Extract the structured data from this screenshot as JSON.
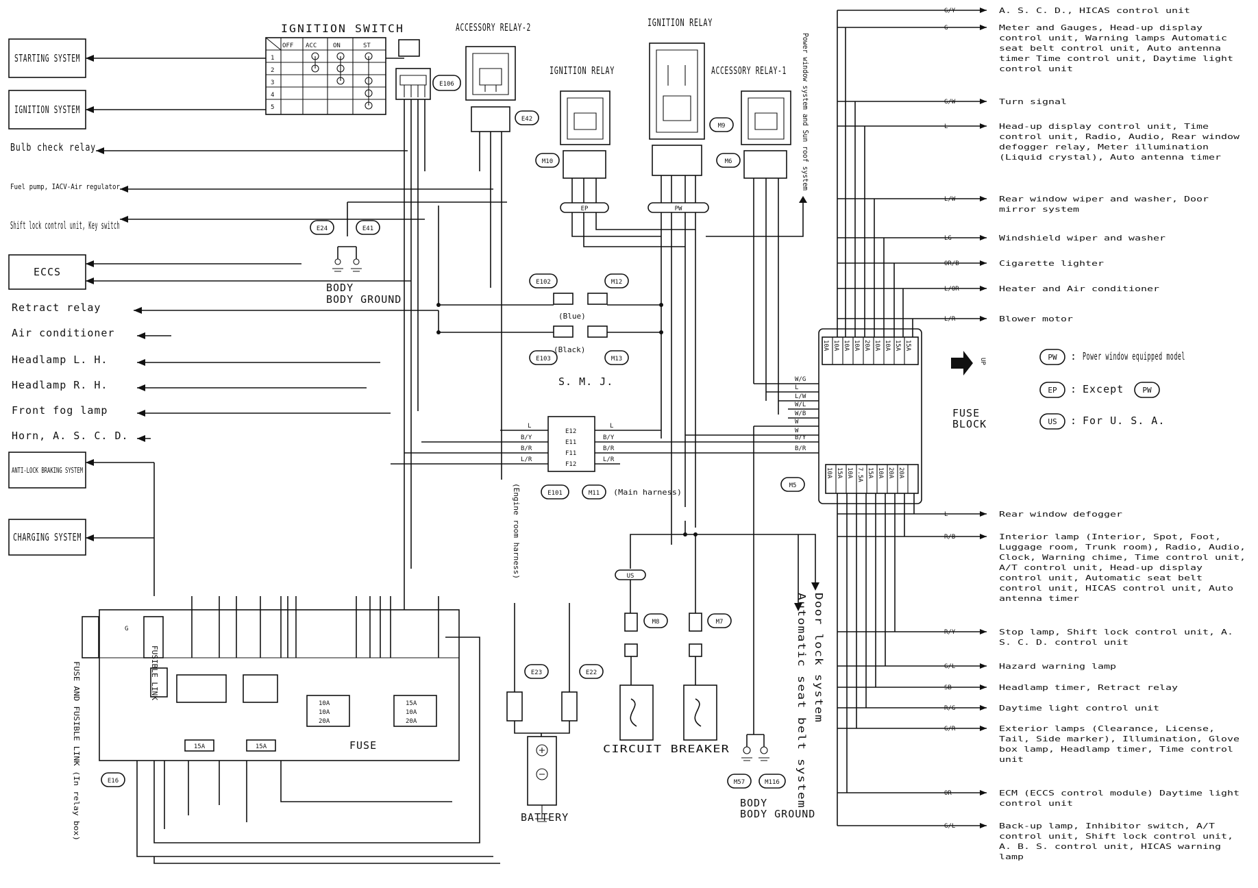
{
  "left_systems": {
    "starting": "STARTING SYSTEM",
    "ignition": "IGNITION SYSTEM",
    "bulb_check": "Bulb check relay",
    "fuel_pump": "Fuel pump, IACV-Air regulator",
    "shift_lock": "Shift lock control unit, Key switch",
    "eccs": "ECCS",
    "retract": "Retract relay",
    "aircon": "Air conditioner",
    "headlamp_lh": "Headlamp L. H.",
    "headlamp_rh": "Headlamp R. H.",
    "front_fog": "Front fog lamp",
    "horn": "Horn, A. S. C. D.",
    "abs": "ANTI-LOCK BRAKING SYSTEM",
    "charging": "CHARGING SYSTEM"
  },
  "ignition_switch": {
    "title": "IGNITION SWITCH",
    "headers": [
      "OFF",
      "ACC",
      "ON",
      "ST"
    ],
    "rows": [
      "1",
      "2",
      "3",
      "4",
      "5"
    ],
    "connector": "E106"
  },
  "relays": {
    "acc2": "ACCESSORY RELAY-2",
    "acc2_conn": "E42",
    "ign_left": "IGNITION RELAY",
    "ign_left_conn": "M10",
    "ign_center": "IGNITION RELAY",
    "ign_center_conn": "M9",
    "acc1": "ACCESSORY RELAY-1",
    "acc1_conn": "M6"
  },
  "option_tags": {
    "ep": "EP",
    "pw": "PW",
    "us": "US"
  },
  "pw_sunroof": "Power window system and Sun roof system",
  "body_ground": "BODY GROUND",
  "connectors": {
    "e24": "E24",
    "e41": "E41",
    "e102": "E102",
    "m12": "M12",
    "e103": "E103",
    "m13": "M13",
    "e101": "E101",
    "m11": "M11",
    "m5": "M5",
    "m8": "M8",
    "m7": "M7",
    "m57": "M57",
    "m116": "M116",
    "e23": "E23",
    "e22": "E22",
    "e16": "E16"
  },
  "smj": {
    "blue": "(Blue)",
    "black": "(Black)",
    "name": "S. M. J.",
    "pins": [
      "E12",
      "E11",
      "F11",
      "F12"
    ],
    "wires": [
      "L",
      "B/Y",
      "B/R",
      "L/R"
    ],
    "engine_room": "(Engine room harness)",
    "main_harness": "(Main harness)"
  },
  "fuse_block": {
    "name": "FUSE BLOCK",
    "up": "UP",
    "top_fuses": [
      "10A",
      "10A",
      "10A",
      "10A",
      "20A",
      "10A",
      "10A",
      "15A",
      "15A"
    ],
    "bottom_fuses": [
      "10A",
      "15A",
      "10A",
      "7.5A",
      "15A",
      "10A",
      "20A",
      "20A"
    ],
    "input_wires": [
      "W/G",
      "L",
      "L/W",
      "W/L",
      "W/B",
      "W",
      "W",
      "B/Y",
      "B/R"
    ]
  },
  "legend": {
    "pw_code": "PW",
    "pw_text": "Power window equipped model",
    "ep_code": "EP",
    "ep_text": "Except",
    "ep_ref": "PW",
    "us_code": "US",
    "us_text": "For U. S. A."
  },
  "circuit_breaker": "CIRCUIT BREAKER",
  "door_lock": "Door lock system",
  "auto_belt": "Automatic seat belt system",
  "battery": "BATTERY",
  "fusible_link_box": "FUSE AND FUSIBLE LINK (In relay box)",
  "fusible_link": "FUSIBLE LINK",
  "fuse": "FUSE",
  "relay_box_fuses": [
    "15A",
    "15A"
  ],
  "relay_box_stack1": [
    "10A",
    "10A",
    "20A"
  ],
  "relay_box_stack2": [
    "15A",
    "10A",
    "20A"
  ],
  "right_outputs": [
    {
      "wire": "G/Y",
      "text": "A. S. C. D., HICAS control unit"
    },
    {
      "wire": "G",
      "text": "Meter and Gauges, Head-up display control unit, Warning lamps Automatic seat belt control unit, Auto antenna timer Time control unit, Daytime light control unit"
    },
    {
      "wire": "G/W",
      "text": "Turn signal"
    },
    {
      "wire": "L",
      "text": "Head-up display control unit, Time control unit, Radio, Audio, Rear window defogger relay, Meter illumination (Liquid crystal), Auto antenna timer"
    },
    {
      "wire": "L/W",
      "text": "Rear window wiper and washer, Door mirror system"
    },
    {
      "wire": "LG",
      "text": "Windshield wiper and washer"
    },
    {
      "wire": "OR/B",
      "text": "Cigarette lighter"
    },
    {
      "wire": "L/OR",
      "text": "Heater and Air conditioner"
    },
    {
      "wire": "L/R",
      "text": "Blower motor"
    },
    {
      "wire": "L",
      "text": "Rear window defogger"
    },
    {
      "wire": "R/B",
      "text": "Interior lamp (Interior, Spot, Foot, Luggage room, Trunk room), Radio, Audio, Clock, Warning chime, Time control unit, A/T control unit, Head-up display control unit, Automatic seat belt control unit, HICAS control unit, Auto antenna timer"
    },
    {
      "wire": "R/Y",
      "text": "Stop lamp, Shift lock control unit, A. S. C. D. control unit"
    },
    {
      "wire": "G/L",
      "text": "Hazard warning lamp"
    },
    {
      "wire": "SB",
      "text": "Headlamp timer, Retract relay"
    },
    {
      "wire": "R/G",
      "text": "Daytime light control unit"
    },
    {
      "wire": "G/R",
      "text": "Exterior lamps (Clearance, License, Tail, Side marker), Illumination, Glove box lamp, Headlamp timer, Time control unit"
    },
    {
      "wire": "OR",
      "text": "ECM (ECCS control module) Daytime light control unit"
    },
    {
      "wire": "G/L",
      "text": "Back-up lamp, Inhibitor switch, A/T control unit, Shift lock control unit, A. B. S. control unit, HICAS warning lamp"
    }
  ]
}
